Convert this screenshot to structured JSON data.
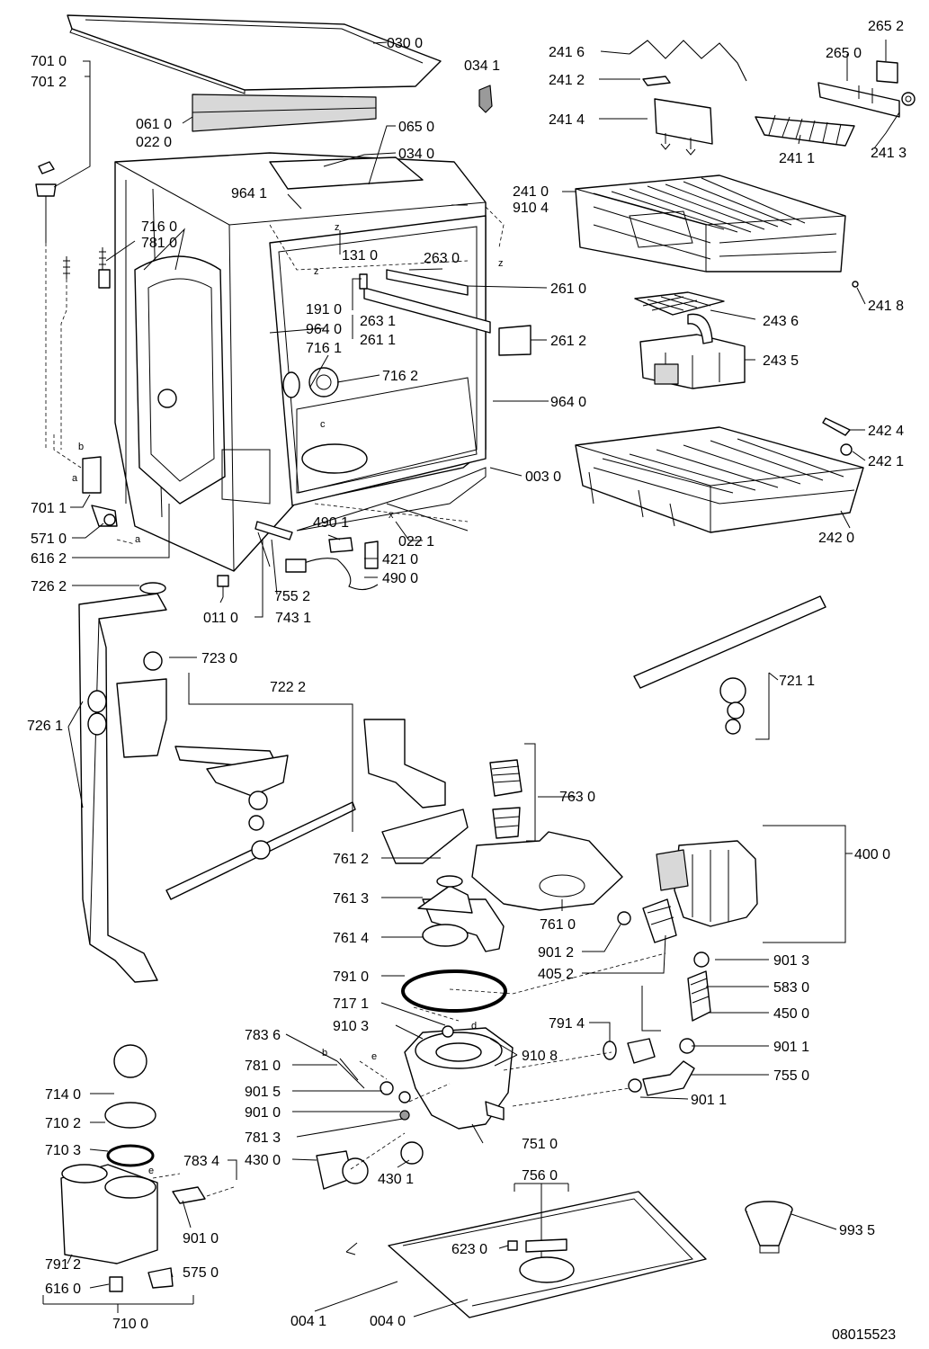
{
  "drawing_number": "08015523",
  "labels": {
    "l0300": "030 0",
    "l7010": "701 0",
    "l7012": "701 2",
    "l0341": "034 1",
    "l2416": "241 6",
    "l2652": "265 2",
    "l2650": "265 0",
    "l2412": "241 2",
    "l2414": "241 4",
    "l2411": "241 1",
    "l2413": "241 3",
    "l0610": "061 0",
    "l0220": "022 0",
    "l0650": "065 0",
    "l0340": "034 0",
    "l9641a": "964 1",
    "l9104": "910 4",
    "l2410": "241 0",
    "l7160": "716 0",
    "l7810a": "781 0",
    "l1310": "131 0",
    "l2630": "263 0",
    "l2610": "261 0",
    "l1910": "191 0",
    "l9640a": "964 0",
    "l2631": "263 1",
    "l2611": "261 1",
    "l2612": "261 2",
    "l2418": "241 8",
    "l2436": "243 6",
    "l7161": "716 1",
    "l7162": "716 2",
    "l2435": "243 5",
    "l9640b": "964 0",
    "l2424": "242 4",
    "l2421": "242 1",
    "l0030": "003 0",
    "l2420": "242 0",
    "l7011": "701 1",
    "l5710": "571 0",
    "l6162": "616 2",
    "l4901": "490 1",
    "l0221": "022 1",
    "l4210": "421 0",
    "l4900": "490 0",
    "l7262": "726 2",
    "l7552": "755 2",
    "l0110": "011 0",
    "l7431": "743 1",
    "l7230": "723 0",
    "l7222": "722 2",
    "l7211": "721 1",
    "l7261": "726 1",
    "l7630": "763 0",
    "l4000": "400 0",
    "l7612": "761 2",
    "l7613": "761 3",
    "l7610": "761 0",
    "l7614": "761 4",
    "l9012": "901 2",
    "l4052": "405 2",
    "l9013": "901 3",
    "l7910": "791 0",
    "l5830": "583 0",
    "l7171": "717 1",
    "l4500": "450 0",
    "l7836": "783 6",
    "l9103": "910 3",
    "l9108": "910 8",
    "l7914": "791 4",
    "l9011a": "901 1",
    "l7810b": "781 0",
    "l7550": "755 0",
    "l9015": "901 5",
    "l9011b": "901 1",
    "l7140": "714 0",
    "l9010a": "901 0",
    "l7102": "710 2",
    "l7813": "781 3",
    "l7510": "751 0",
    "l7103": "710 3",
    "l7834": "783 4",
    "l4300": "430 0",
    "l4301": "430 1",
    "l7560": "756 0",
    "l9010b": "901 0",
    "l6230": "623 0",
    "l9935": "993 5",
    "l7912": "791 2",
    "l5750": "575 0",
    "l6160": "616 0",
    "l7100": "710 0",
    "l0041": "004 1",
    "l0040": "004 0"
  },
  "callouts": {
    "a1": "a",
    "a2": "a",
    "b1": "b",
    "b2": "b",
    "c": "c",
    "d": "d",
    "e1": "e",
    "e2": "e",
    "x": "x",
    "z1": "z",
    "z2": "z",
    "z3": "z"
  }
}
